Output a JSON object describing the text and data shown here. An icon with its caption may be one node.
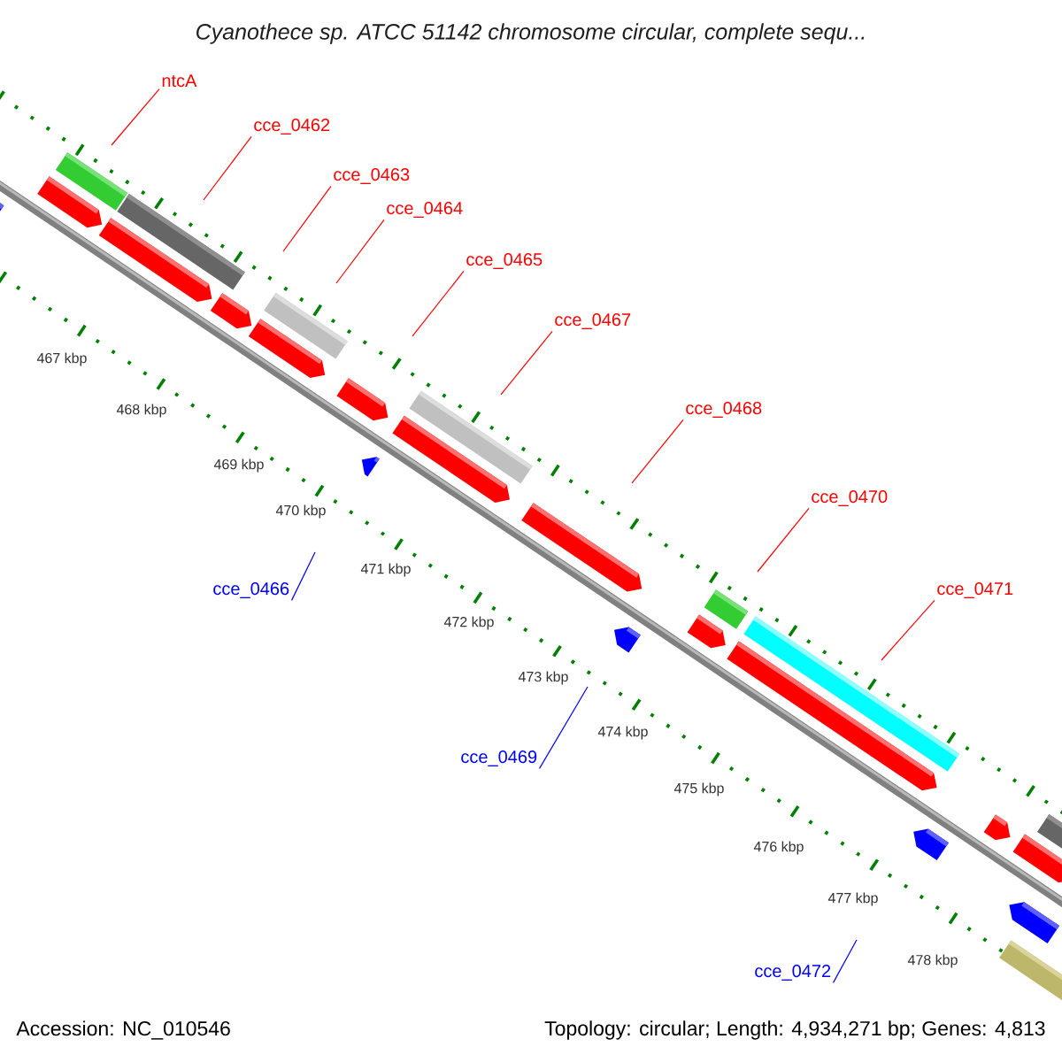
{
  "diagram": {
    "title": "Cyanothece sp. ATCC 51142 chromosome circular, complete sequ...",
    "nodes": [
      {
        "text": [
          "ntcA"
        ]
      },
      {
        "text": [
          "cce_0462"
        ]
      },
      {
        "text": [
          "cce_0463"
        ]
      },
      {
        "text": [
          "cce_0464"
        ]
      },
      {
        "text": [
          "cce_0465"
        ]
      },
      {
        "text": [
          "cce_0467"
        ]
      },
      {
        "text": [
          "cce_0468"
        ]
      },
      {
        "text": [
          "cce_0470"
        ]
      },
      {
        "text": [
          "cce_0466"
        ]
      },
      {
        "text": [
          "cce_0471"
        ]
      },
      {
        "text": [
          "cce_0469"
        ]
      },
      {
        "text": [
          "cce_0472"
        ]
      }
    ],
    "edges": [
      {
        "from": 0,
        "to": null,
        "arrow": "none"
      },
      {
        "from": 1,
        "to": null,
        "arrow": "none"
      },
      {
        "from": 2,
        "to": null,
        "arrow": "none"
      },
      {
        "from": 3,
        "to": null,
        "arrow": "none"
      },
      {
        "from": 4,
        "to": null,
        "arrow": "none"
      },
      {
        "from": 5,
        "to": null,
        "arrow": "none"
      },
      {
        "from": 6,
        "to": null,
        "arrow": "none"
      },
      {
        "from": 7,
        "to": null,
        "arrow": "none"
      },
      {
        "from": 8,
        "to": null,
        "arrow": "none",
        "color": "#0000ff"
      },
      {
        "from": 9,
        "to": null,
        "arrow": "none"
      },
      {
        "from": 10,
        "to": null,
        "arrow": "none",
        "color": "#0000ff"
      },
      {
        "from": 11,
        "to": null,
        "arrow": "none",
        "color": "#0000ff"
      }
    ],
    "labels": [
      "467 kbp",
      "468 kbp",
      "469 kbp",
      "470 kbp",
      "471 kbp",
      "472 kbp",
      "473 kbp",
      "474 kbp",
      "475 kbp",
      "476 kbp",
      "477 kbp",
      "478 kbp",
      "Accession: NC_010546",
      "Topology: circular; Length: 4,934,271 bp; Genes: 4,813"
    ]
  }
}
